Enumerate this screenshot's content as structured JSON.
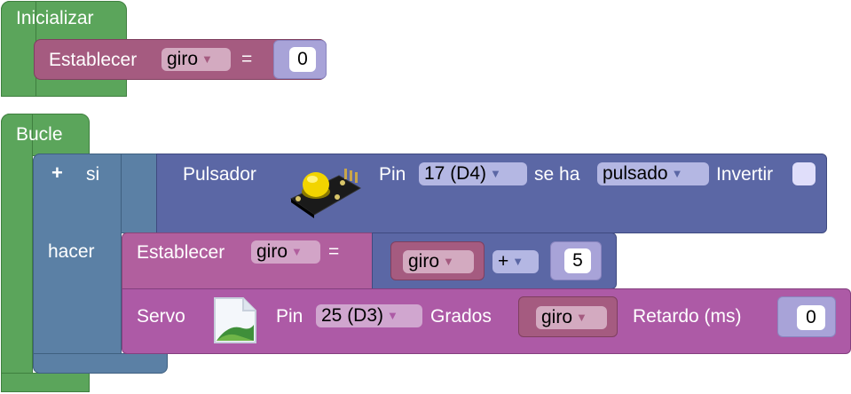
{
  "init_block": {
    "title": "Inicializar",
    "set_label": "Establecer",
    "variable": "giro",
    "equals": "=",
    "value": "0"
  },
  "loop_block": {
    "title": "Bucle",
    "if_plus": "+",
    "if_label": "si",
    "do_label": "hacer",
    "button": {
      "label": "Pulsador",
      "pin_label": "Pin",
      "pin_value": "17 (D4)",
      "state_prefix": "se ha",
      "state_value": "pulsado",
      "invert_label": "Invertir"
    },
    "set": {
      "label": "Establecer",
      "variable": "giro",
      "equals": "=",
      "operand_var": "giro",
      "operator": "+",
      "operand_num": "5"
    },
    "servo": {
      "label": "Servo",
      "pin_label": "Pin",
      "pin_value": "25 (D3)",
      "degrees_label": "Grados",
      "degrees_var": "giro",
      "delay_label": "Retardo (ms)",
      "delay_value": "0"
    }
  },
  "dropdown_arrow": "▼"
}
